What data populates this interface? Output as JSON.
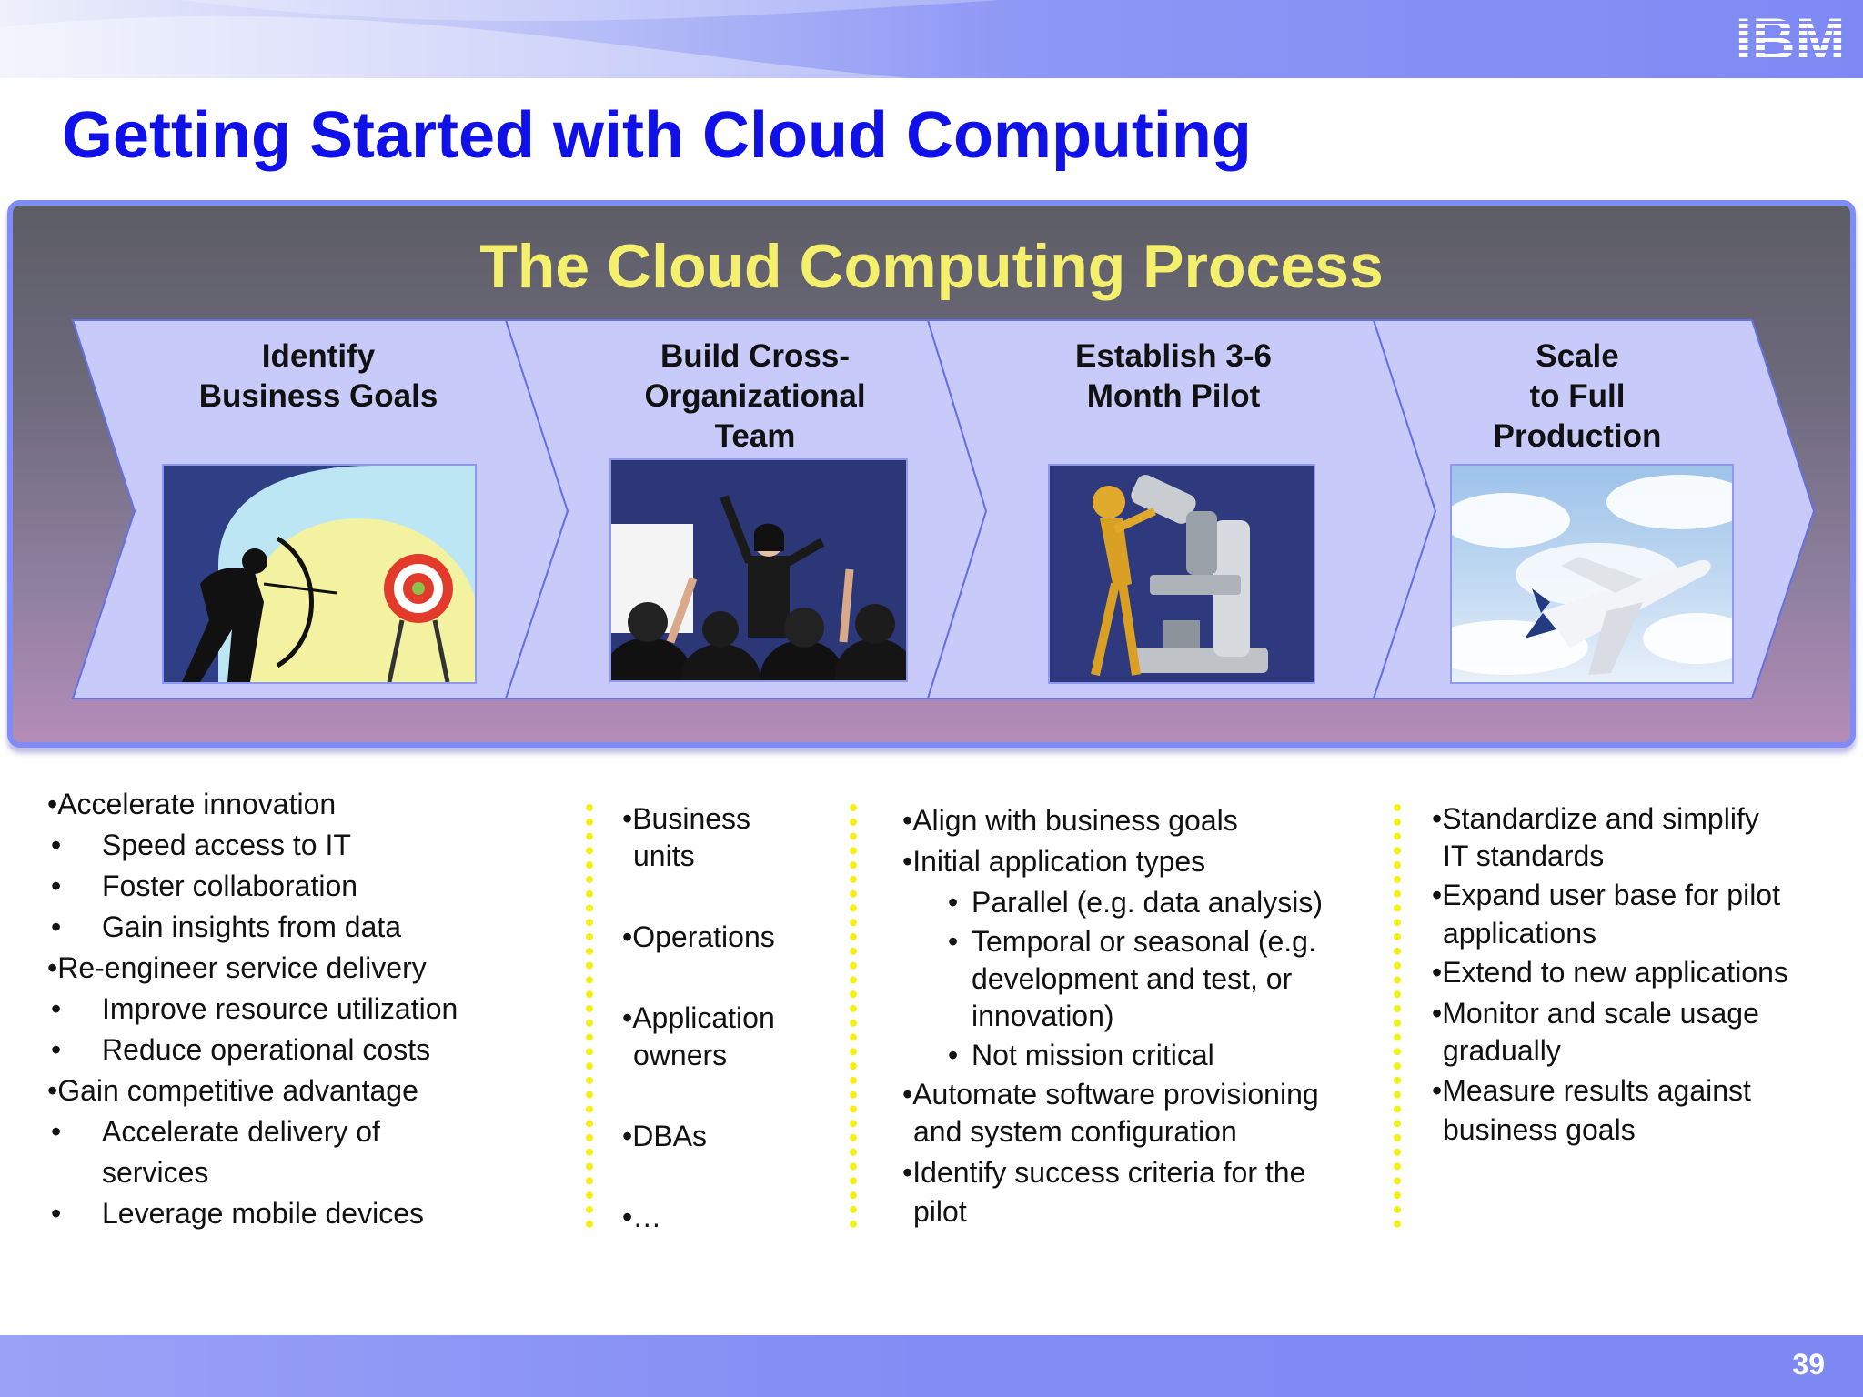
{
  "header": {
    "logo_text": "IBM"
  },
  "title": "Getting Started with Cloud Computing",
  "process": {
    "title": "The Cloud Computing Process",
    "stages": [
      {
        "lines": [
          "Identify",
          "Business Goals"
        ],
        "image": "archer-target-icon"
      },
      {
        "lines": [
          "Build Cross-",
          "Organizational",
          "Team"
        ],
        "image": "team-presentation-icon"
      },
      {
        "lines": [
          "Establish 3-6",
          "Month Pilot"
        ],
        "image": "microscope-figure-icon"
      },
      {
        "lines": [
          "Scale",
          "to Full",
          "Production"
        ],
        "image": "airplane-sky-icon"
      }
    ]
  },
  "columns": {
    "goals": {
      "items": [
        "•Accelerate innovation",
        "Speed access to IT",
        "Foster collaboration",
        "Gain insights from data",
        "•Re-engineer service delivery",
        "Improve resource utilization",
        "Reduce operational costs",
        "•Gain competitive advantage",
        "Accelerate delivery of",
        "services",
        "Leverage mobile devices"
      ]
    },
    "team": {
      "items": [
        "•Business",
        "units",
        "•Operations",
        "•Application",
        "owners",
        "•DBAs",
        "•…"
      ]
    },
    "pilot": {
      "items": [
        "•Align with business goals",
        "•Initial application types",
        "Parallel (e.g. data analysis)",
        "Temporal or seasonal (e.g.",
        "development and test, or",
        "innovation)",
        "Not mission critical",
        "•Automate software provisioning",
        "and system configuration",
        "•Identify success criteria for the",
        "pilot"
      ]
    },
    "scale": {
      "items": [
        "•Standardize and simplify",
        "IT standards",
        "•Expand user base for pilot",
        "applications",
        "•Extend to new applications",
        "•Monitor and scale usage",
        "gradually",
        "•Measure results against",
        "business goals"
      ]
    }
  },
  "footer": {
    "page_number": "39"
  }
}
